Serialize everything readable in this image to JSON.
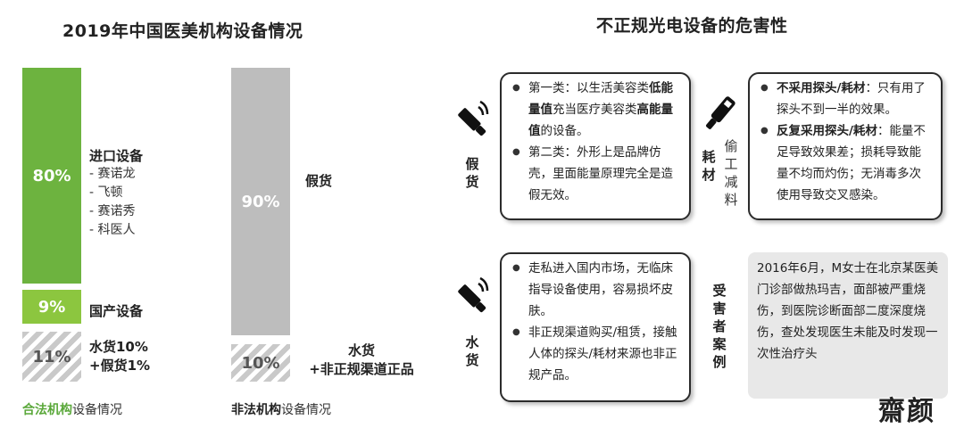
{
  "left": {
    "title": "2019年中国医美机构设备情况",
    "legal": {
      "bar_import_pct": "80%",
      "bar_domestic_pct": "9%",
      "bar_grey_pct": "11%",
      "import_label": "进口设备",
      "import_brands": [
        "- 赛诺龙",
        "- 飞顿",
        "- 赛诺秀",
        "- 科医人"
      ],
      "domestic_label": "国产设备",
      "grey_label_1": "水货10%",
      "grey_label_2": "+假货1%",
      "caption_strong": "合法机构",
      "caption_rest": "设备情况"
    },
    "illegal": {
      "bar_fake_pct": "90%",
      "bar_other_pct": "10%",
      "fake_label": "假货",
      "other_label_1": "水货",
      "other_label_2": "+非正规渠道正品",
      "caption_strong": "非法机构",
      "caption_rest": "设备情况"
    }
  },
  "right": {
    "title": "不正规光电设备的危害性",
    "fake": {
      "label": [
        "假",
        "货"
      ],
      "b1_a": "第一类：以生活美容类",
      "b1_b": "低能量值",
      "b1_c": "充当医疗美容类",
      "b1_d": "高能量值",
      "b1_e": "的设备。",
      "b2": "第二类：外形上是品牌仿壳，里面能量原理完全是造假无效。"
    },
    "consumables": {
      "label": [
        "耗",
        "材"
      ],
      "sublabel": [
        "偷",
        "工",
        "减",
        "料"
      ],
      "b1_a": "不采用探头/耗材",
      "b1_b": "：只有用了探头不到一半的效果。",
      "b2_a": "反复采用探头/耗材",
      "b2_b": "：能量不足导致效果差；损耗导致能量不均而灼伤；无消毒多次使用导致交叉感染。"
    },
    "grey": {
      "label": [
        "水",
        "货"
      ],
      "b1": "走私进入国内市场，无临床指导设备使用，容易损坏皮肤。",
      "b2": "非正规渠道购买/租赁，接触人体的探头/耗材来源也非正规产品。"
    },
    "case": {
      "label": [
        "受",
        "害",
        "者",
        "案",
        "例"
      ],
      "text": "2016年6月，M女士在北京某医美门诊部做热玛吉，面部被严重烧伤，到医院诊断面部二度深度烧伤，查处发现医生未能及时发现一次性治疗头"
    },
    "watermark": "齋颜"
  },
  "colors": {
    "green": "#6db33f",
    "light_green": "#8cc63f",
    "gray": "#bdbdbd"
  }
}
